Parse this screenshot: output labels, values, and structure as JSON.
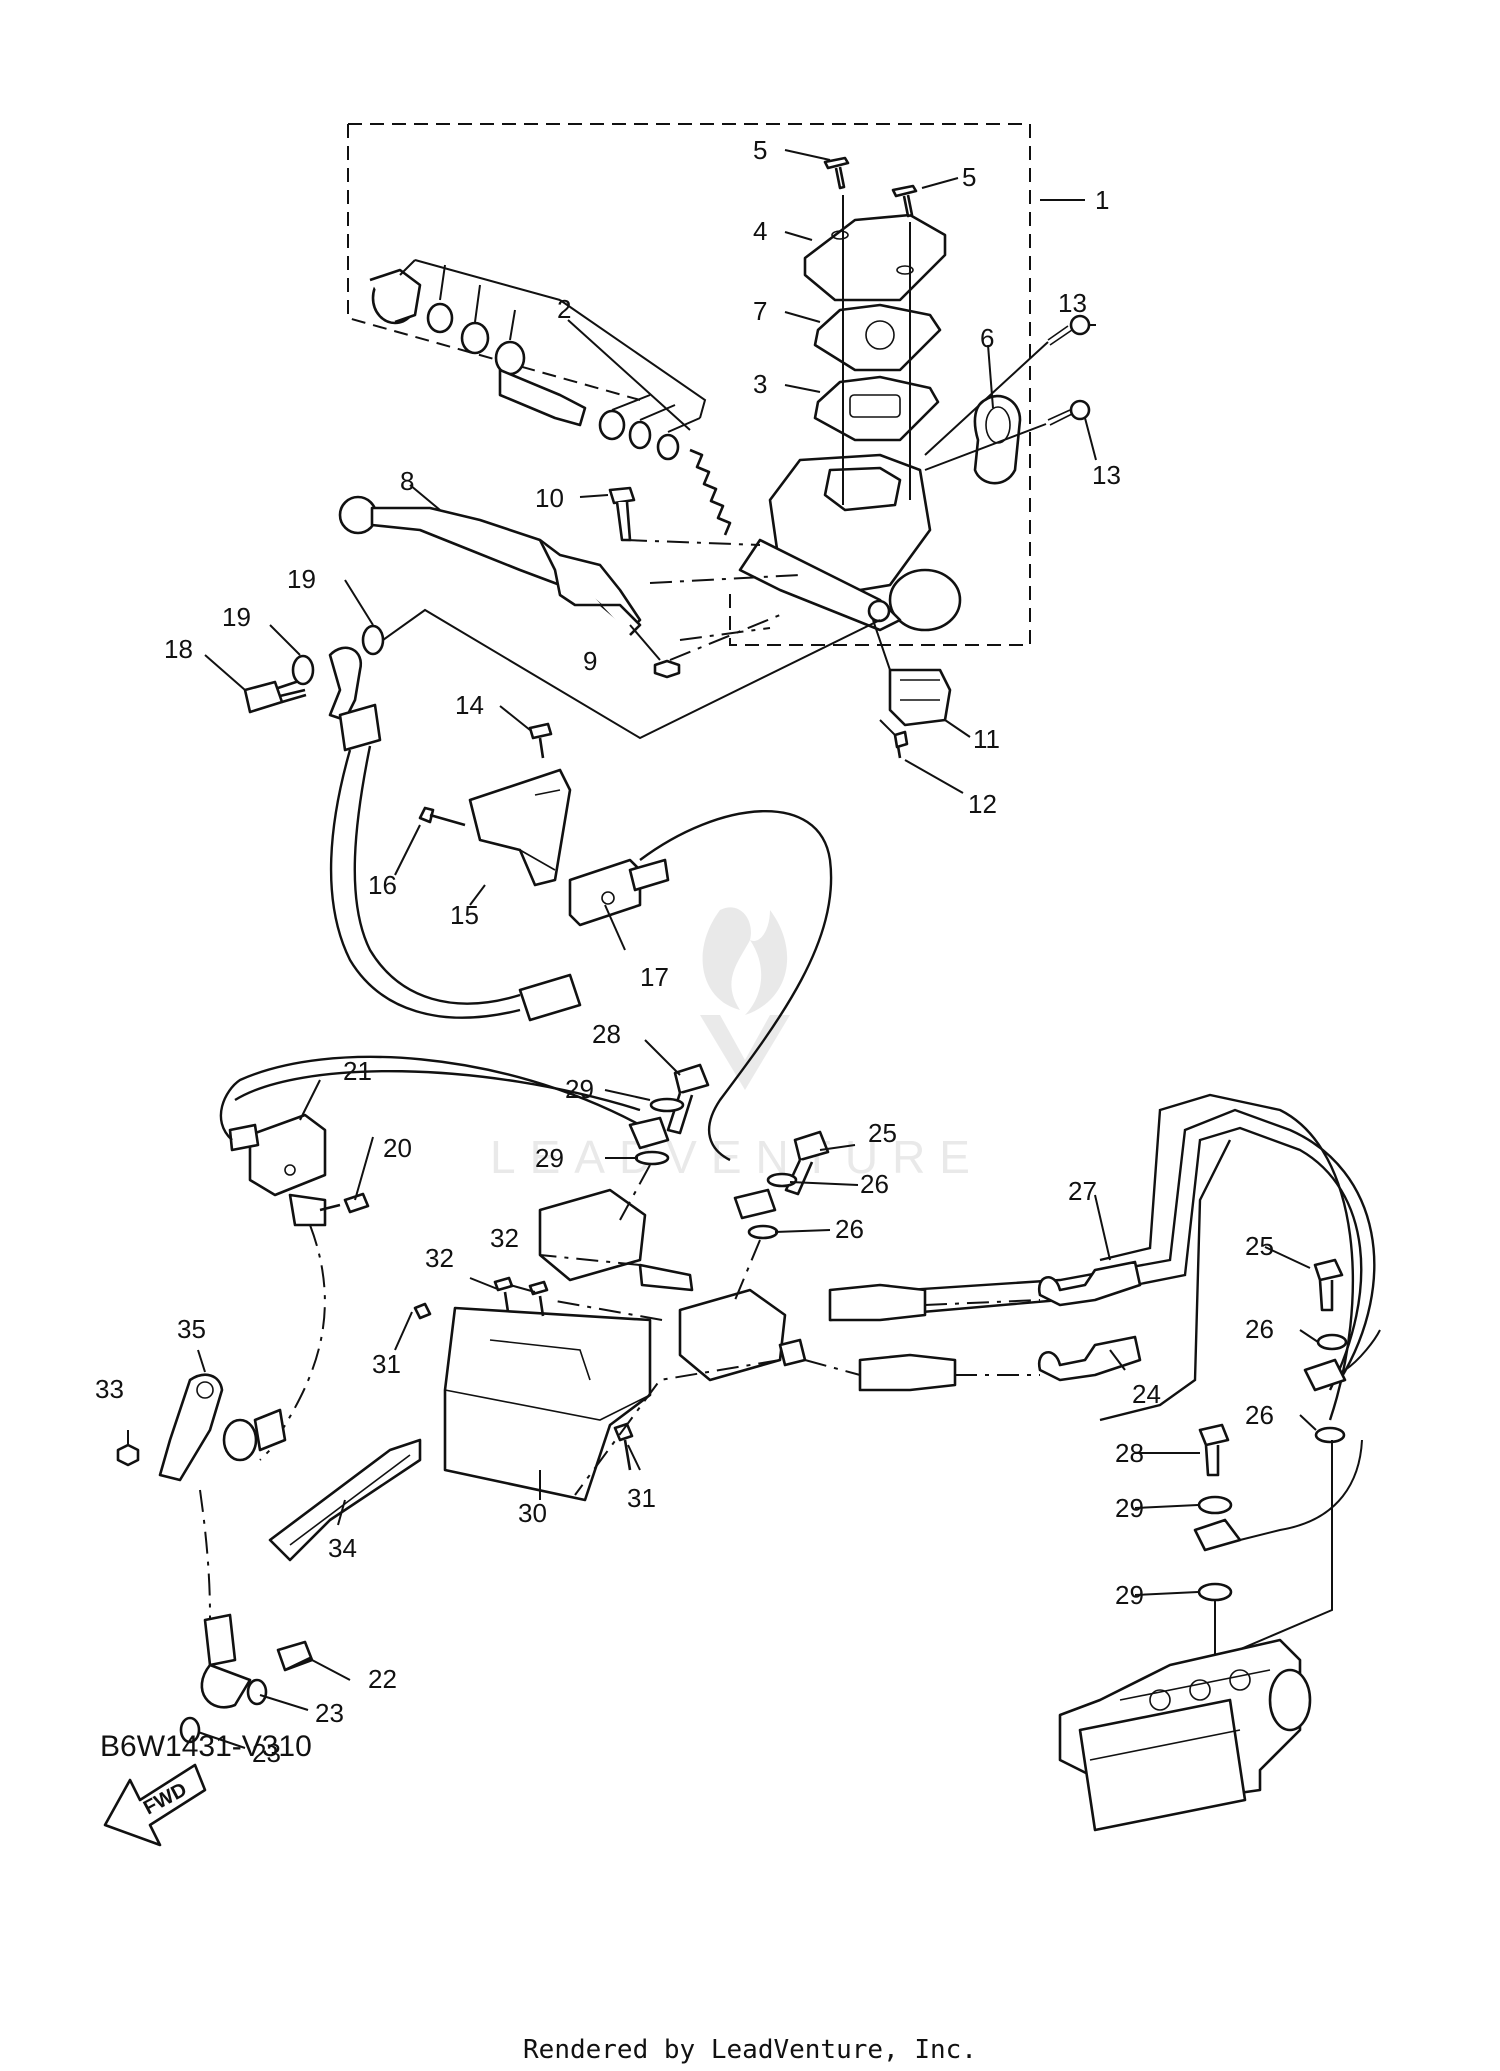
{
  "diagram": {
    "callouts": [
      "1",
      "2",
      "3",
      "4",
      "5",
      "5",
      "6",
      "7",
      "8",
      "9",
      "10",
      "11",
      "12",
      "13",
      "13",
      "14",
      "15",
      "16",
      "17",
      "18",
      "19",
      "19",
      "20",
      "21",
      "22",
      "23",
      "23",
      "24",
      "25",
      "25",
      "26",
      "26",
      "26",
      "26",
      "27",
      "28",
      "28",
      "29",
      "29",
      "29",
      "29",
      "30",
      "31",
      "31",
      "32",
      "32",
      "33",
      "34",
      "35"
    ],
    "fwd_label": "FWD",
    "diagram_code": "B6W1431-V310",
    "credit": "Rendered by LeadVenture, Inc.",
    "watermark": "LEADVENTURE"
  }
}
